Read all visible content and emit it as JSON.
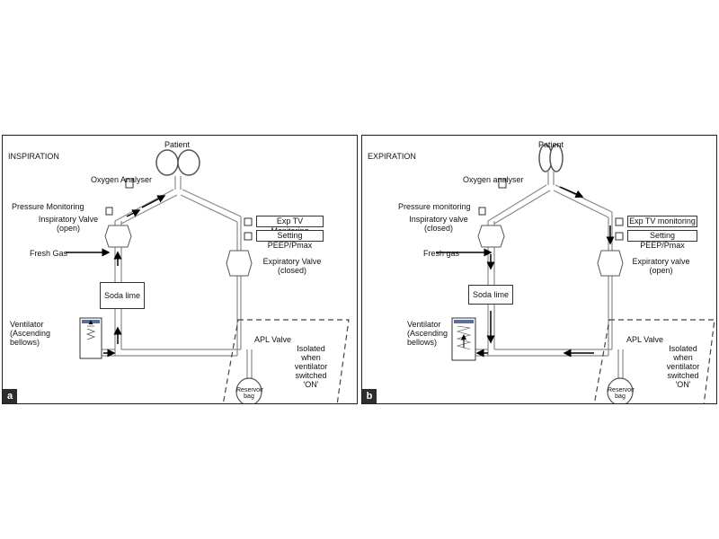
{
  "panels": [
    {
      "id": "a",
      "phase": "INSPIRATION",
      "patient": "Patient",
      "oxygen": "Oxygen Analyser",
      "pressure": "Pressure Monitoring",
      "insp_valve": [
        "Inspiratory Valve",
        "(open)"
      ],
      "fresh_gas": "Fresh Gas",
      "soda_lime": "Soda lime",
      "ventilator": [
        "Ventilator",
        "(Ascending",
        "bellows)"
      ],
      "exp_tv": "Exp TV Monitoring",
      "peep": "Setting PEEP/Pmax",
      "exp_valve": [
        "Expiratory Valve",
        "(closed)"
      ],
      "apl": "APL Valve",
      "isolated": [
        "Isolated",
        "when",
        "ventilator",
        "switched",
        "'ON'"
      ],
      "reservoir": [
        "Reservoir",
        "bag"
      ],
      "plate": "a"
    },
    {
      "id": "b",
      "phase": "EXPIRATION",
      "patient": "Patient",
      "oxygen": "Oxygen analyser",
      "pressure": "Pressure monitoring",
      "insp_valve": [
        "Inspiratory valve",
        "(closed)"
      ],
      "fresh_gas": "Fresh gas",
      "soda_lime": "Soda lime",
      "ventilator": [
        "Ventilator",
        "(Ascending",
        "bellows)"
      ],
      "exp_tv": "Exp TV monitoring",
      "peep": "Setting PEEP/Pmax",
      "exp_valve": [
        "Expiratory valve",
        "(open)"
      ],
      "apl": "APL Valve",
      "isolated": [
        "Isolated",
        "when",
        "ventilator",
        "switched",
        "'ON'"
      ],
      "reservoir": [
        "Reservoir",
        "bag"
      ],
      "plate": "b"
    }
  ]
}
